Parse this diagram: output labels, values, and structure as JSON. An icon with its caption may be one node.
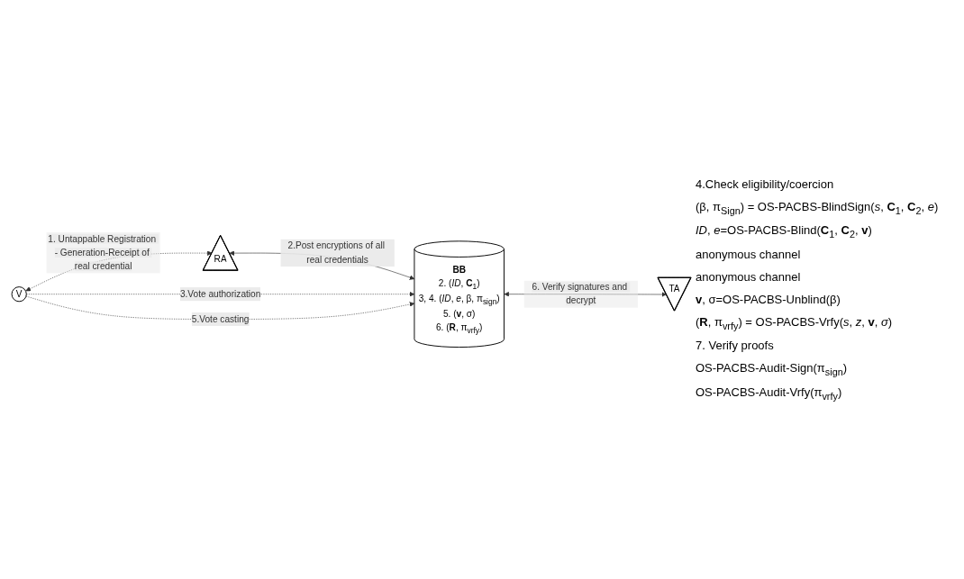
{
  "diagram": {
    "nodes": [
      {
        "text": [
          "RA"
        ]
      },
      {
        "text": [
          "**BB**",
          "2. (*ID*, **C**$_{1}$)",
          "3, 4. (*ID*, *e*, β, π$_{sign}$)",
          "5. (**v**, σ)",
          "6. (**R**, π$_{vrfy}$)"
        ]
      },
      {
        "text": [
          "V"
        ]
      },
      {
        "text": [
          "TA"
        ]
      }
    ],
    "edges": [
      {
        "from": 2,
        "to": 0,
        "arrow": "both",
        "style": "dashed",
        "label": "1. Untappable Registration - Generation-Receipt of real credential"
      },
      {
        "from": 0,
        "to": 1,
        "arrow": "both",
        "label": "2.Post encryptions of all real credentials"
      },
      {
        "from": 2,
        "to": 1,
        "arrow": "to",
        "style": "dashed",
        "label": "3.Vote authorization"
      },
      {
        "from": 2,
        "to": 1,
        "arrow": "to",
        "style": "dashed",
        "label": "5.Vote casting"
      },
      {
        "from": 1,
        "to": 3,
        "arrow": "both",
        "label": "6. Verify signatures and decrypt"
      }
    ],
    "labels": [
      "4.Check eligibility/coercion",
      "(β, π$_{Sign}$) = OS-PACBS-BlindSign(*s*, **C**$_{1}$, **C**$_{2}$, *e*)",
      "*ID*, *e*=OS-PACBS-Blind(**C**$_{1}$, **C**$_{2}$, **v**)",
      "anonymous channel",
      "anonymous channel",
      "**v**, σ=OS-PACBS-Unblind(β)",
      "(**R**, π$_{vrfy}$) = OS-PACBS-Vrfy(*s*, *z*, **v**, *σ*)",
      "7. Verify proofs",
      "OS-PACBS-Audit-Sign(π$_{sign}$)",
      "OS-PACBS-Audit-Vrfy(π$_{vrfy}$)"
    ]
  }
}
